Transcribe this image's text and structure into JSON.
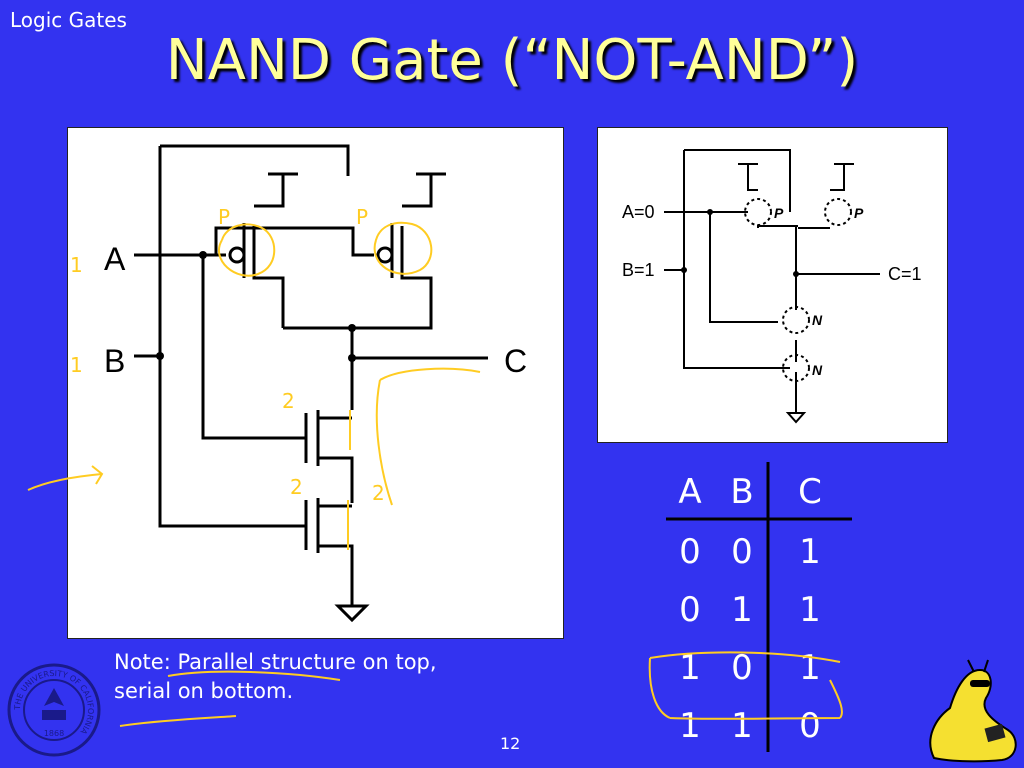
{
  "header": {
    "course": "Logic Gates",
    "title": "NAND Gate (“NOT-AND”)"
  },
  "left_circuit": {
    "input_a": "A",
    "input_b": "B",
    "output_c": "C",
    "annotations": [
      "1",
      "1",
      "P",
      "P",
      "2",
      "2",
      "2"
    ]
  },
  "right_circuit": {
    "input_a": "A=0",
    "input_b": "B=1",
    "output_c": "C=1",
    "pmos_label": "P",
    "nmos_label": "N"
  },
  "truth_table": {
    "headers": [
      "A",
      "B",
      "C"
    ],
    "rows": [
      [
        "0",
        "0",
        "1"
      ],
      [
        "0",
        "1",
        "1"
      ],
      [
        "1",
        "0",
        "1"
      ],
      [
        "1",
        "1",
        "0"
      ]
    ]
  },
  "note": {
    "line1": "Note: Parallel structure on top,",
    "line2": "serial on bottom."
  },
  "seal_text": "THE UNIVERSITY OF CALIFORNIA",
  "seal_year": "1868",
  "page_number": "12",
  "colors": {
    "background": "#3333f0",
    "title": "#ffff99",
    "ink": "#ffcc22",
    "panel": "#ffffff"
  }
}
